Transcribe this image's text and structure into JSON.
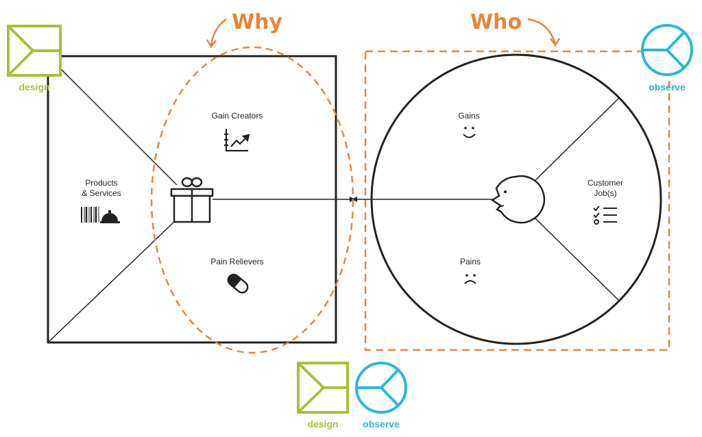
{
  "annotations": {
    "why": "Why",
    "who": "Who"
  },
  "value_map": {
    "gain_creators": "Gain Creators",
    "products_line1": "Products",
    "products_line2": "& Services",
    "pain_relievers": "Pain Relievers"
  },
  "customer_profile": {
    "gains": "Gains",
    "pains": "Pains",
    "jobs_line1": "Customer",
    "jobs_line2": "Job(s)"
  },
  "badges": {
    "design_top": "design",
    "observe_top": "observe",
    "design_bottom": "design",
    "observe_bottom": "observe"
  },
  "colors": {
    "accent_orange": "#e8843a",
    "design_green": "#a8c03a",
    "observe_blue": "#2ab6db",
    "ink": "#222222"
  },
  "icons": [
    "gift-icon",
    "trend-chart-icon",
    "barcode-icon",
    "service-bell-icon",
    "pill-icon",
    "smile-icon",
    "frown-icon",
    "checklist-icon",
    "customer-face-icon",
    "design-logo-icon",
    "observe-logo-icon"
  ]
}
